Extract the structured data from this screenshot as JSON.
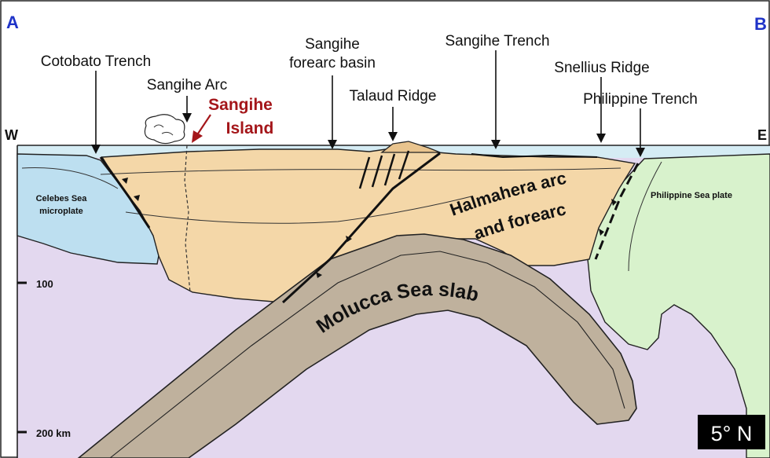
{
  "corner_labels": {
    "left": "A",
    "right": "B"
  },
  "direction_labels": {
    "west": "W",
    "east": "E"
  },
  "depth_labels": {
    "d100": "100",
    "d200": "200 km"
  },
  "features": {
    "cotobato_trench": "Cotobato Trench",
    "sangihe_arc": "Sangihe Arc",
    "sangihe_island_line1": "Sangihe",
    "sangihe_island_line2": "Island",
    "forearc_line1": "Sangihe",
    "forearc_line2": "forearc basin",
    "talaud_ridge": "Talaud Ridge",
    "sangihe_trench": "Sangihe Trench",
    "snellius_ridge": "Snellius Ridge",
    "philippine_trench": "Philippine Trench"
  },
  "units": {
    "celebes_line1": "Celebes Sea",
    "celebes_line2": "microplate",
    "philippine_plate": "Philippine Sea plate",
    "halmahera_line1": "Halmahera arc",
    "halmahera_line2": "and forearc",
    "molucca_slab": "Molucca Sea slab"
  },
  "latitude_badge": "5° N",
  "colors": {
    "mantle": "#e3d8ef",
    "ocean": "#d5ecf4",
    "arc_crust": "#f4d7a8",
    "celebes": "#bddff0",
    "philippine": "#d8f2cc",
    "slab": "#bfb19d",
    "label_blue": "#1f33c8",
    "island_red": "#a4161a"
  }
}
